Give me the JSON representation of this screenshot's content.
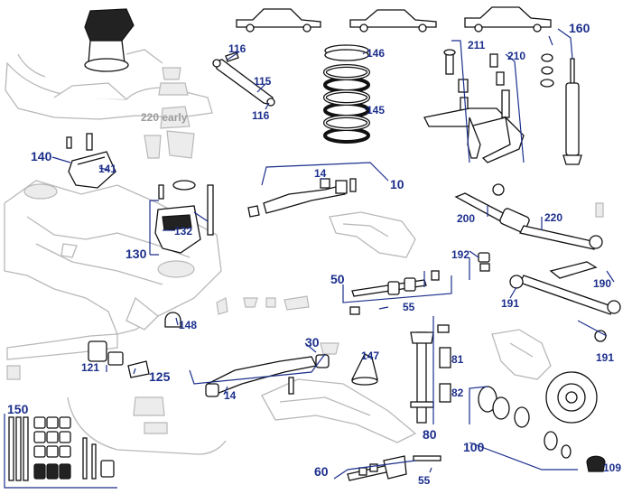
{
  "variant_note": "220 early",
  "callouts": {
    "c10": "10",
    "c14a": "14",
    "c14b": "14",
    "c30": "30",
    "c50": "50",
    "c55a": "55",
    "c55b": "55",
    "c60": "60",
    "c80": "80",
    "c81": "81",
    "c82": "82",
    "c100": "100",
    "c109": "109",
    "c115": "115",
    "c116a": "116",
    "c116b": "116",
    "c121": "121",
    "c125": "125",
    "c130": "130",
    "c132": "132",
    "c140": "140",
    "c141": "141",
    "c145": "145",
    "c146": "146",
    "c147": "147",
    "c148": "148",
    "c150": "150",
    "c160": "160",
    "c190": "190",
    "c191a": "191",
    "c191b": "191",
    "c192": "192",
    "c200": "200",
    "c210": "210",
    "c211": "211",
    "c220": "220"
  },
  "colors": {
    "callout": "#1c2f8c",
    "line_art": "#111111",
    "background_art": "#b8b8b8",
    "background": "#ffffff"
  }
}
